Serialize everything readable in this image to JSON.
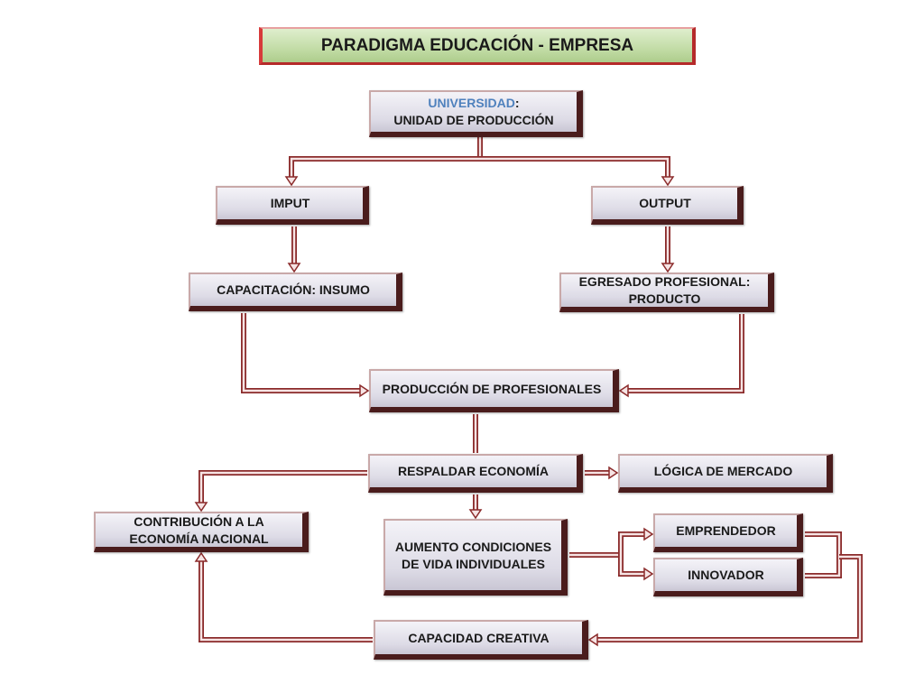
{
  "title": "PARADIGMA EDUCACIÓN - EMPRESA",
  "nodes": {
    "universidad": {
      "highlight": "UNIVERSIDAD",
      "colon": ":",
      "line2": "UNIDAD DE PRODUCCIÓN"
    },
    "imput": {
      "label": "IMPUT"
    },
    "output": {
      "label": "OUTPUT"
    },
    "capacitacion": {
      "label": "CAPACITACIÓN: INSUMO"
    },
    "egresado": {
      "line1": "EGRESADO PROFESIONAL:",
      "line2": "PRODUCTO"
    },
    "produccion": {
      "label": "PRODUCCIÓN DE PROFESIONALES"
    },
    "respaldar": {
      "label": "RESPALDAR ECONOMÍA"
    },
    "logica": {
      "label": "LÓGICA DE MERCADO"
    },
    "contribucion": {
      "line1": "CONTRIBUCIÓN A LA",
      "line2": "ECONOMÍA NACIONAL"
    },
    "aumento": {
      "line1": "AUMENTO CONDICIONES",
      "line2": "DE VIDA INDIVIDUALES"
    },
    "emprendedor": {
      "label": "EMPRENDEDOR"
    },
    "innovador": {
      "label": "INNOVADOR"
    },
    "capacidad": {
      "label": "CAPACIDAD CREATIVA"
    }
  },
  "colors": {
    "connector_fill": "#f6e4e4",
    "connector_stroke": "#8b2b2b",
    "title_border": "#d73a3a",
    "title_fill": "#c2dca6",
    "box_shadow_edge": "#4a1c1c",
    "highlight_text": "#4f81bd"
  }
}
